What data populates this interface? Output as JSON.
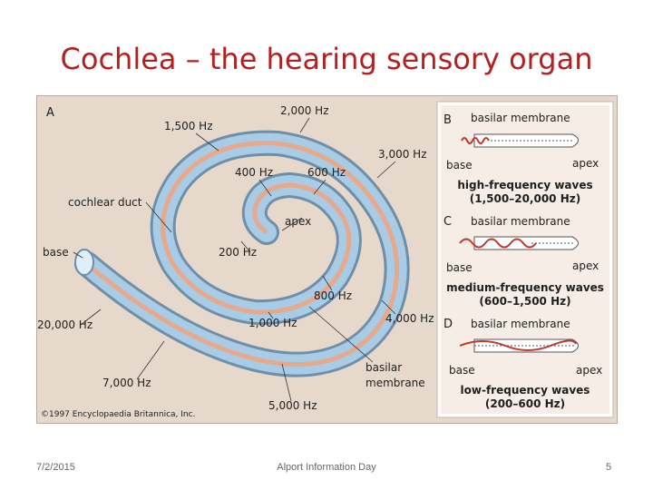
{
  "title": "Cochlea – the hearing sensory organ",
  "figure": {
    "panel_a": "A",
    "panel_b": "B",
    "panel_c": "C",
    "panel_d": "D",
    "spiral_labels": {
      "hz_2000": "2,000 Hz",
      "hz_1500": "1,500 Hz",
      "hz_3000": "3,000 Hz",
      "hz_400": "400 Hz",
      "hz_600": "600 Hz",
      "cochlear_duct": "cochlear duct",
      "apex": "apex",
      "base": "base",
      "hz_200": "200 Hz",
      "hz_800": "800 Hz",
      "hz_20000": "20,000 Hz",
      "hz_1000": "1,000 Hz",
      "hz_4000": "4,000 Hz",
      "hz_7000": "7,000 Hz",
      "basilar": "basilar",
      "membrane": "membrane",
      "hz_5000": "5,000 Hz",
      "copyright": "©1997 Encyclopaedia Britannica, Inc."
    },
    "inset_b": {
      "membrane": "basilar membrane",
      "base": "base",
      "apex": "apex",
      "caption1": "high-frequency waves",
      "caption2": "(1,500–20,000 Hz)"
    },
    "inset_c": {
      "membrane": "basilar membrane",
      "base": "base",
      "apex": "apex",
      "caption1": "medium-frequency waves",
      "caption2": "(600–1,500 Hz)"
    },
    "inset_d": {
      "membrane": "basilar membrane",
      "base": "base",
      "apex": "apex",
      "caption1": "low-frequency waves",
      "caption2": "(200–600 Hz)"
    }
  },
  "footer": {
    "date": "7/2/2015",
    "center": "Alport Information Day",
    "page": "5"
  },
  "colors": {
    "title": "#b22020",
    "tube": "#a8cce6",
    "tube_dark": "#6f8fa8",
    "stripe": "#e6a98c",
    "background": "#e6d9cc",
    "inset_background": "#f6eee6",
    "wave": "#c0392b"
  }
}
